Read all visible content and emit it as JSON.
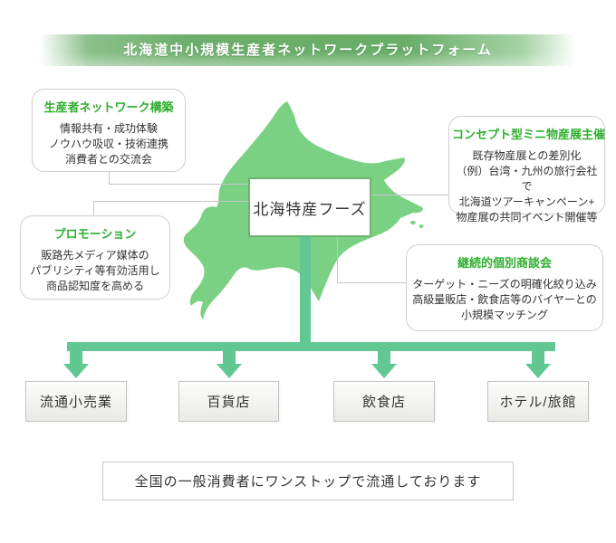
{
  "banner": {
    "title": "北海道中小規模生産者ネットワークプラットフォーム"
  },
  "center_box": {
    "label": "北海特産フーズ"
  },
  "callouts": [
    {
      "title": "生産者ネットワーク構築",
      "body": "情報共有・成功体験\nノウハウ吸収・技術連携\n消費者との交流会"
    },
    {
      "title": "プロモーション",
      "body": "販路先メディア媒体の\nパブリシティ等有効活用し\n商品認知度を高める"
    },
    {
      "title": "コンセプト型ミニ物産展主催",
      "body": "既存物産展との差別化\n（例）台湾・九州の旅行会社で\n北海道ツアーキャンペーン+\n物産展の共同イベント開催等"
    },
    {
      "title": "継続的個別商談会",
      "body": "ターゲット・ニーズの明確化絞り込み\n高級量販店・飲食店等のバイヤーとの\n小規模マッチング"
    }
  ],
  "channels": [
    {
      "label": "流通小売業"
    },
    {
      "label": "百貨店"
    },
    {
      "label": "飲食店"
    },
    {
      "label": "ホテル/旅館"
    }
  ],
  "footer": {
    "message": "全国の一般消費者にワンストップで流通しております"
  },
  "colors": {
    "banner_green": "#6bae6b",
    "map_green": "#7bd183",
    "flow_green": "#61c893",
    "callout_title_green": "#2fae2f",
    "connector_gray": "#c4c4c4"
  }
}
